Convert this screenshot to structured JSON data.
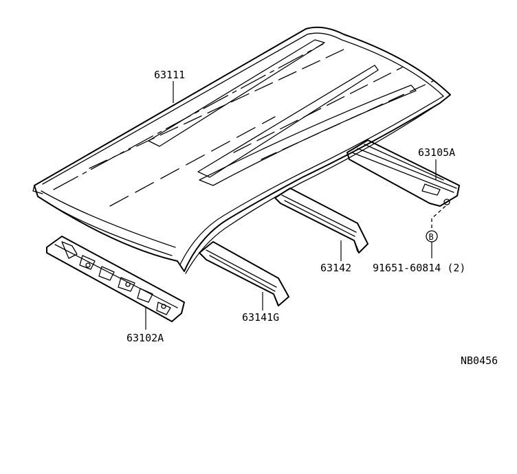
{
  "labels": {
    "roof_panel": "63111",
    "rear_header": "63105A",
    "roof_bow_rear": "63142",
    "roof_bow_front": "63141G",
    "front_header": "63102A",
    "callout_b": "B",
    "bolt": "91651-60814 (2)",
    "diagram_code": "NB0456"
  }
}
